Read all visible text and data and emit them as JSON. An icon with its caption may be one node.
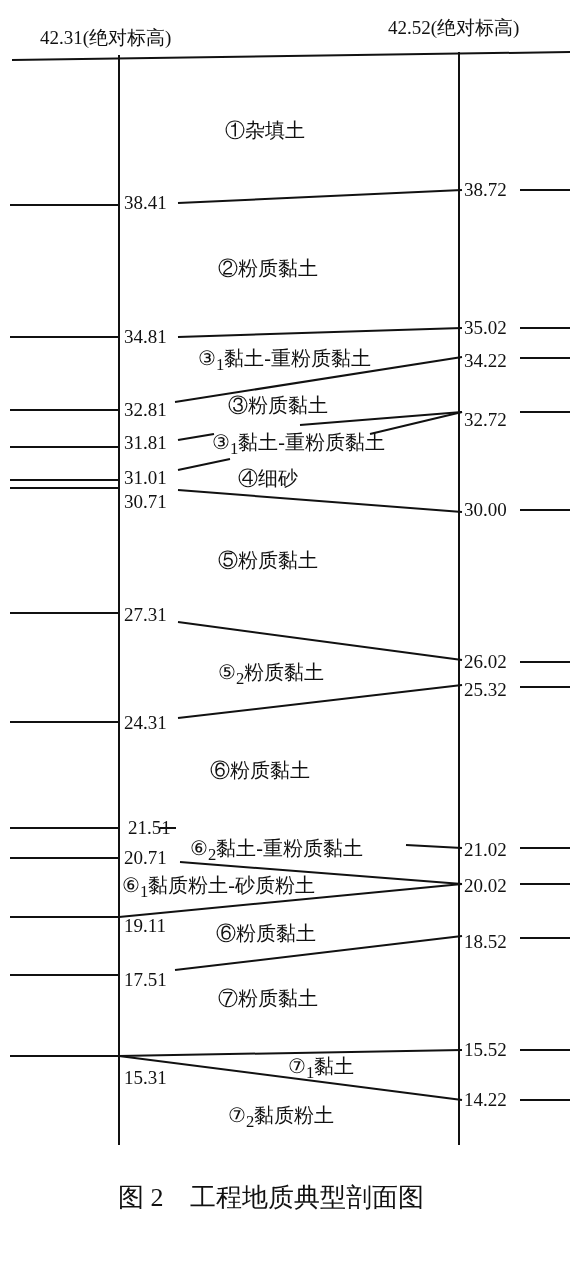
{
  "diagram": {
    "caption": "图 2　工程地质典型剖面图",
    "labels": [
      "42.31(绝对标高)",
      "42.52(绝对标高)",
      "①杂填土",
      "38.41",
      "38.72",
      "②粉质黏土",
      "34.81",
      "35.02",
      "③$_{1}$黏土-重粉质黏土",
      "34.22",
      "32.81",
      "③粉质黏土",
      "32.72",
      "31.81",
      "③$_{1}$黏土-重粉质黏土",
      "31.01",
      "④细砂",
      "30.71",
      "30.00",
      "⑤粉质黏土",
      "27.31",
      "26.02",
      "⑤$_{2}$粉质黏土",
      "25.32",
      "24.31",
      "⑥粉质黏土",
      "21.51",
      "⑥$_{2}$黏土-重粉质黏土",
      "21.02",
      "20.71",
      "⑥$_{1}$黏质粉土-砂质粉土",
      "20.02",
      "19.11",
      "⑥粉质黏土",
      "18.52",
      "17.51",
      "⑦粉质黏土",
      "15.52",
      "⑦$_{1}$黏土",
      "15.31",
      "14.22",
      "⑦$_{2}$黏质粉土"
    ]
  }
}
